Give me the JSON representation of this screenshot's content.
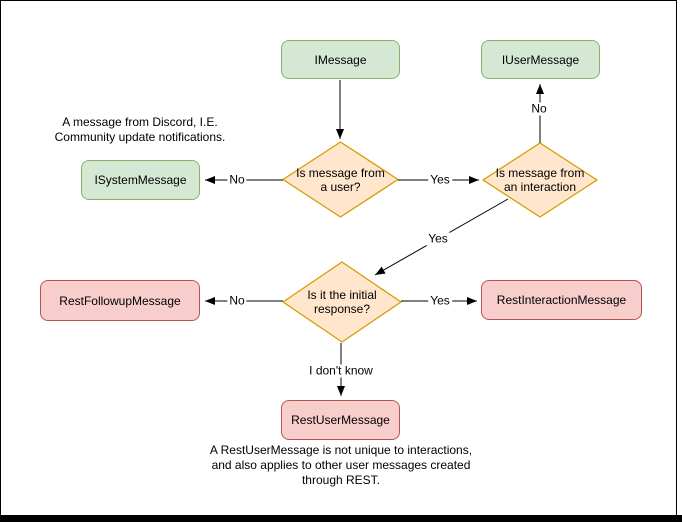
{
  "colors": {
    "canvas_bg": "#ffffff",
    "frame_border": "#000000",
    "interface_fill": "#d5e8d4",
    "interface_stroke": "#82b366",
    "decision_fill": "#ffe6cc",
    "decision_stroke": "#d79b00",
    "rest_fill": "#f8cecc",
    "rest_stroke": "#b85450",
    "edge_color": "#000000",
    "text_color": "#000000"
  },
  "diagram": {
    "nodes": [
      {
        "label": "IMessage",
        "kind": "interface"
      },
      {
        "label": "IUserMessage",
        "kind": "interface"
      },
      {
        "label": "ISystemMessage",
        "kind": "interface"
      },
      {
        "label": "RestFollowupMessage",
        "kind": "rest"
      },
      {
        "label": "RestInteractionMessage",
        "kind": "rest"
      },
      {
        "label": "RestUserMessage",
        "kind": "rest"
      }
    ],
    "decisions": [
      {
        "label": "Is message from\na user?"
      },
      {
        "label": "Is message from\nan interaction"
      },
      {
        "label": "Is it the initial\nresponse?"
      }
    ],
    "edges": [
      {
        "from": "IMessage",
        "to": "Is message from a user?",
        "label": ""
      },
      {
        "from": "Is message from a user?",
        "to": "ISystemMessage",
        "label": "No"
      },
      {
        "from": "Is message from a user?",
        "to": "Is message from an interaction",
        "label": "Yes"
      },
      {
        "from": "Is message from an interaction",
        "to": "IUserMessage",
        "label": "No"
      },
      {
        "from": "Is message from an interaction",
        "to": "Is it the initial response?",
        "label": "Yes"
      },
      {
        "from": "Is it the initial response?",
        "to": "RestFollowupMessage",
        "label": "No"
      },
      {
        "from": "Is it the initial response?",
        "to": "RestInteractionMessage",
        "label": "Yes"
      },
      {
        "from": "Is it the initial response?",
        "to": "RestUserMessage",
        "label": "I don't know"
      }
    ],
    "notes": [
      {
        "text": "A message from Discord, I.E.\nCommunity update notifications."
      },
      {
        "text": "A RestUserMessage is not unique to interactions,\nand also applies to other user messages created\nthrough REST."
      }
    ]
  }
}
